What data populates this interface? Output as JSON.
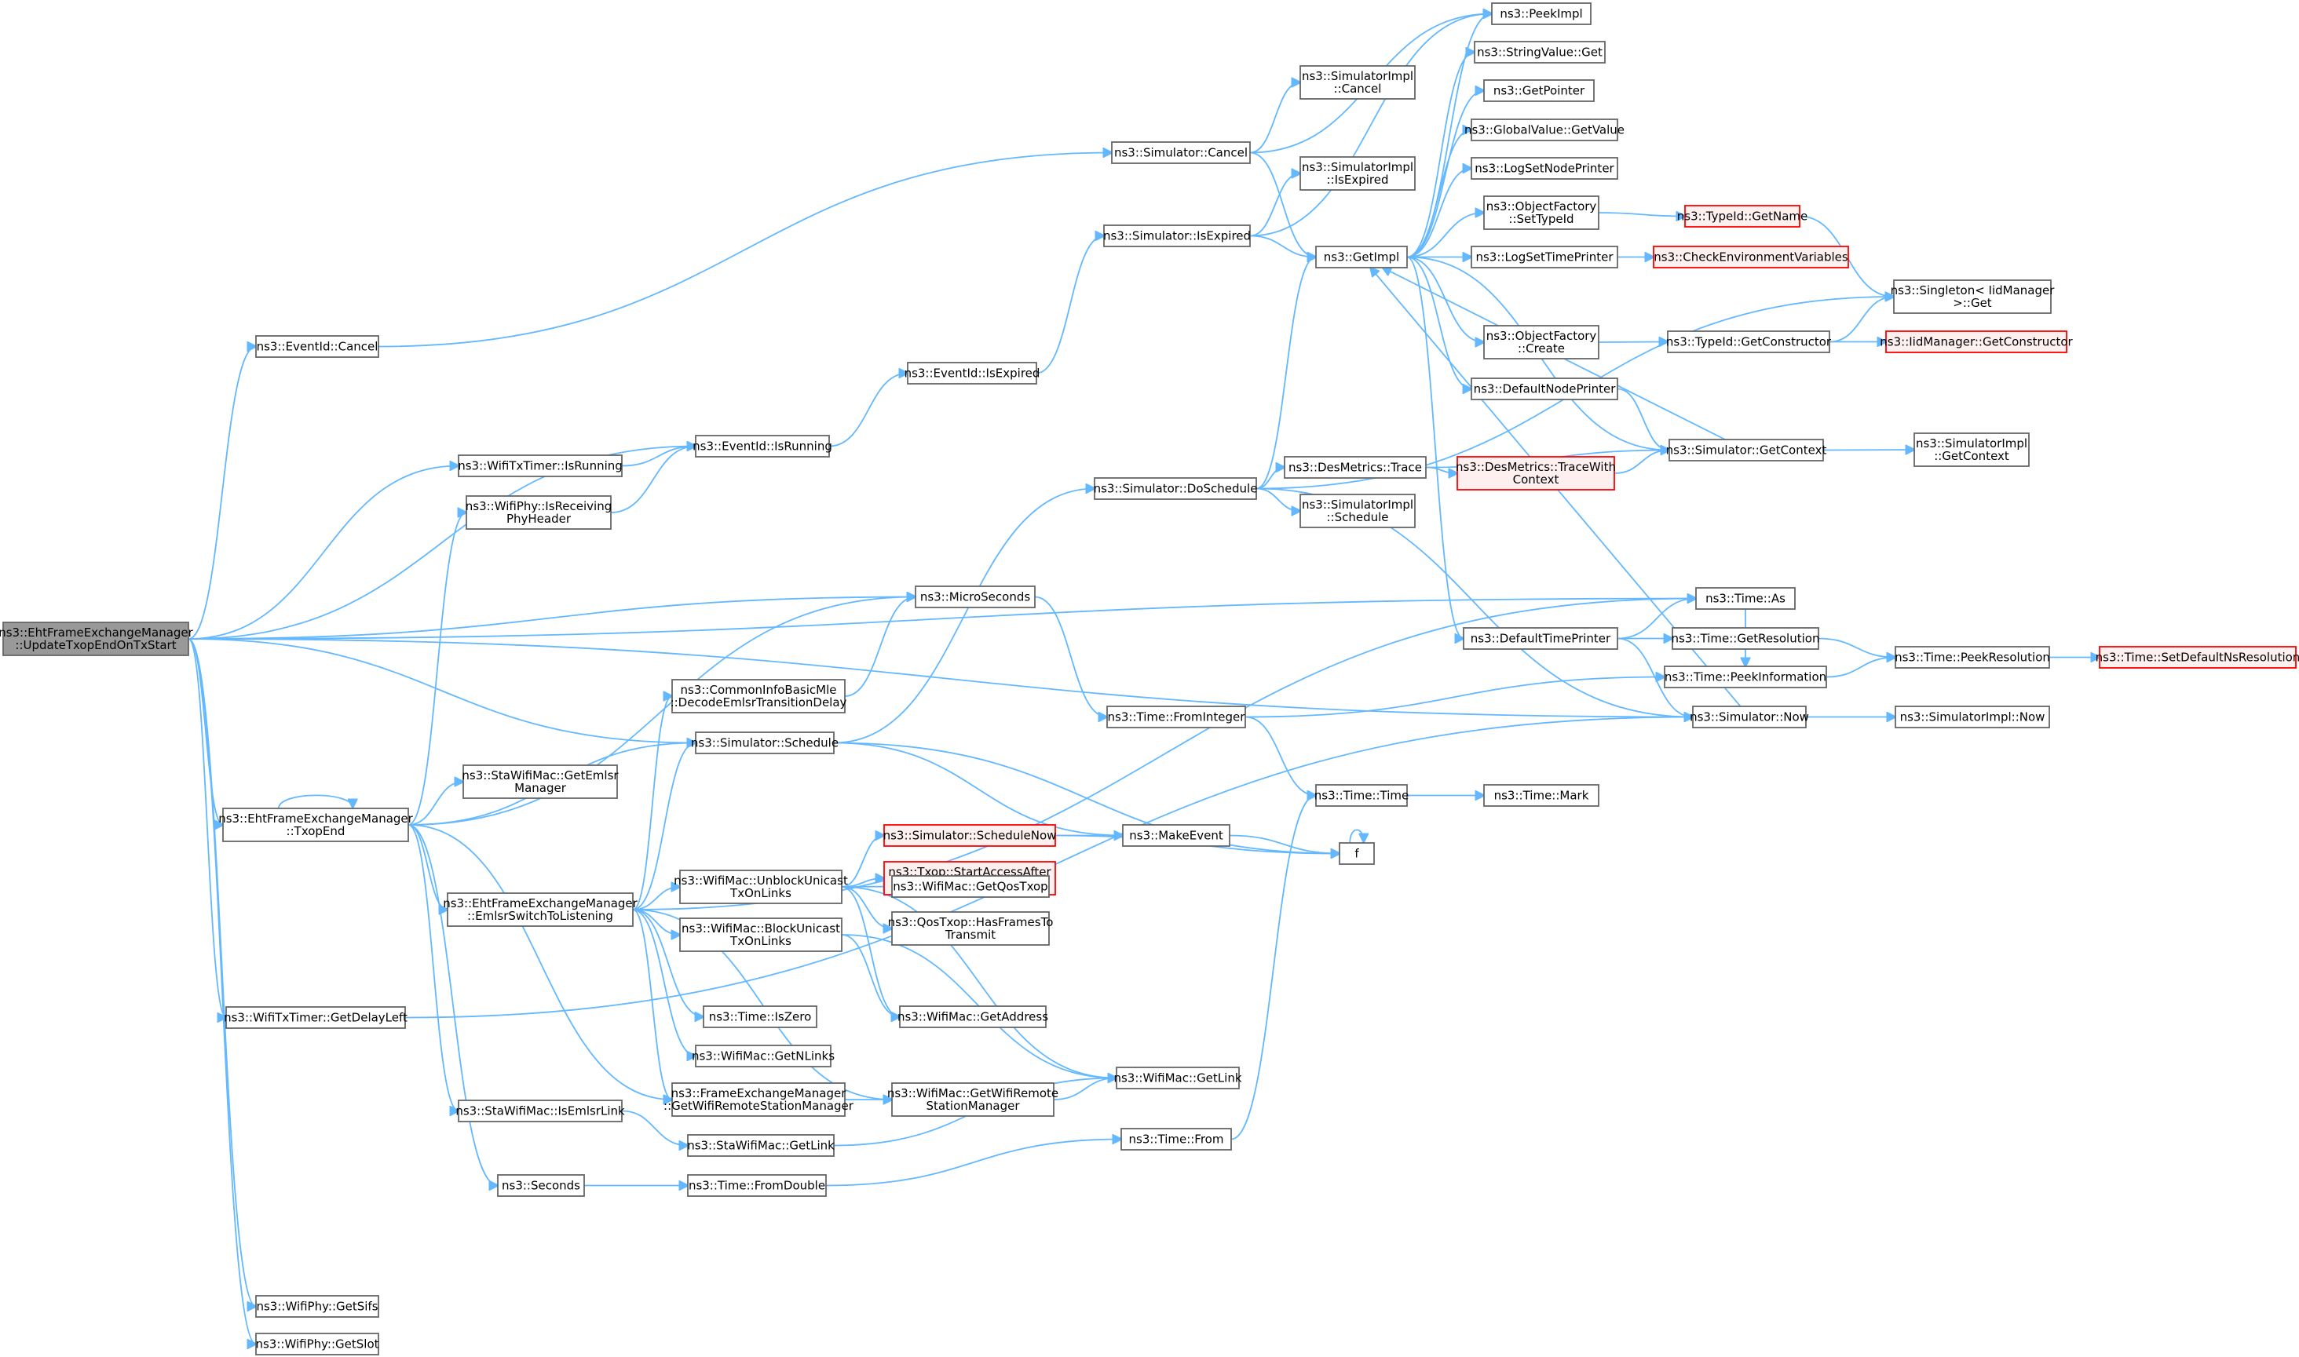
{
  "colors": {
    "edge": "#63b8ff",
    "box_border": "#666666",
    "root_fill": "#999999",
    "truncated_border": "#ff0000",
    "truncated_fill": "#fff0f0"
  },
  "nodes": {
    "root": [
      "ns3::EhtFrameExchangeManager",
      "::UpdateTxopEndOnTxStart"
    ],
    "eventid_cancel": [
      "ns3::EventId::Cancel"
    ],
    "eventid_isrunning": [
      "ns3::EventId::IsRunning"
    ],
    "wifitxtimer_isrunning": [
      "ns3::WifiTxTimer::IsRunning"
    ],
    "wifiphy_isreceiving": [
      "ns3::WifiPhy::IsReceiving",
      "PhyHeader"
    ],
    "microseconds": [
      "ns3::MicroSeconds"
    ],
    "simulator_schedule": [
      "ns3::Simulator::Schedule"
    ],
    "txopend": [
      "ns3::EhtFrameExchangeManager",
      "::TxopEnd"
    ],
    "commoninfo": [
      "ns3::CommonInfoBasicMle",
      "::DecodeEmlsrTransitionDelay"
    ],
    "stawifimac_getemlsr": [
      "ns3::StaWifiMac::GetEmlsr",
      "Manager"
    ],
    "emlsrswitch": [
      "ns3::EhtFrameExchangeManager",
      "::EmlsrSwitchToListening"
    ],
    "wifitxtimer_getdelayleft": [
      "ns3::WifiTxTimer::GetDelayLeft"
    ],
    "stawifimac_isemlsrlink": [
      "ns3::StaWifiMac::IsEmlsrLink"
    ],
    "seconds": [
      "ns3::Seconds"
    ],
    "wifiphy_getsifs": [
      "ns3::WifiPhy::GetSifs"
    ],
    "wifiphy_getslot": [
      "ns3::WifiPhy::GetSlot"
    ],
    "time_iszero": [
      "ns3::Time::IsZero"
    ],
    "wifimac_getnlinks": [
      "ns3::WifiMac::GetNLinks"
    ],
    "fem_getwifiremote": [
      "ns3::FrameExchangeManager",
      "::GetWifiRemoteStationManager"
    ],
    "stawifimac_getlink": [
      "ns3::StaWifiMac::GetLink"
    ],
    "time_fromdouble": [
      "ns3::Time::FromDouble"
    ],
    "wifimac_unblock": [
      "ns3::WifiMac::UnblockUnicast",
      "TxOnLinks"
    ],
    "wifimac_block": [
      "ns3::WifiMac::BlockUnicast",
      "TxOnLinks"
    ],
    "wifimac_getaddress": [
      "ns3::WifiMac::GetAddress"
    ],
    "wifimac_getwifiremote": [
      "ns3::WifiMac::GetWifiRemote",
      "StationManager"
    ],
    "wifimac_getlink": [
      "ns3::WifiMac::GetLink"
    ],
    "simulator_schedulenow": [
      "ns3::Simulator::ScheduleNow"
    ],
    "txop_startaccess": [
      "ns3::Txop::StartAccessAfter",
      "Event"
    ],
    "wifimac_getqostxop": [
      "ns3::WifiMac::GetQosTxop"
    ],
    "qostxop_hasframes": [
      "ns3::QosTxop::HasFramesTo",
      "Transmit"
    ],
    "eventid_isexpired": [
      "ns3::EventId::IsExpired"
    ],
    "simulator_cancel": [
      "ns3::Simulator::Cancel"
    ],
    "simulator_isexpired": [
      "ns3::Simulator::IsExpired"
    ],
    "simulator_doschedule": [
      "ns3::Simulator::DoSchedule"
    ],
    "time_frominteger": [
      "ns3::Time::FromInteger"
    ],
    "makeevent": [
      "ns3::MakeEvent"
    ],
    "time_from": [
      "ns3::Time::From"
    ],
    "simimpl_cancel": [
      "ns3::SimulatorImpl",
      "::Cancel"
    ],
    "simimpl_isexpired": [
      "ns3::SimulatorImpl",
      "::IsExpired"
    ],
    "getimpl": [
      "ns3::GetImpl"
    ],
    "desmetrics_trace": [
      "ns3::DesMetrics::Trace"
    ],
    "simimpl_schedule": [
      "ns3::SimulatorImpl",
      "::Schedule"
    ],
    "time_time": [
      "ns3::Time::Time"
    ],
    "f": [
      "f"
    ],
    "peekimpl": [
      "ns3::PeekImpl"
    ],
    "stringvalue_get": [
      "ns3::StringValue::Get"
    ],
    "getpointer": [
      "ns3::GetPointer"
    ],
    "globalvalue_getvalue": [
      "ns3::GlobalValue::GetValue"
    ],
    "logsetnodeprinter": [
      "ns3::LogSetNodePrinter"
    ],
    "objectfactory_settypeid": [
      "ns3::ObjectFactory",
      "::SetTypeId"
    ],
    "logsettimeprinter": [
      "ns3::LogSetTimePrinter"
    ],
    "objectfactory_create": [
      "ns3::ObjectFactory",
      "::Create"
    ],
    "defaultnodeprinter": [
      "ns3::DefaultNodePrinter"
    ],
    "desmetrics_tracewith": [
      "ns3::DesMetrics::TraceWith",
      "Context"
    ],
    "defaulttimeprinter": [
      "ns3::DefaultTimePrinter"
    ],
    "time_mark": [
      "ns3::Time::Mark"
    ],
    "typeid_getname": [
      "ns3::TypeId::GetName"
    ],
    "checkenv": [
      "ns3::CheckEnvironmentVariables"
    ],
    "typeid_getconstructor": [
      "ns3::TypeId::GetConstructor"
    ],
    "simulator_getcontext": [
      "ns3::Simulator::GetContext"
    ],
    "time_as": [
      "ns3::Time::As"
    ],
    "time_getresolution": [
      "ns3::Time::GetResolution"
    ],
    "time_peekinformation": [
      "ns3::Time::PeekInformation"
    ],
    "simulator_now": [
      "ns3::Simulator::Now"
    ],
    "singleton_get": [
      "ns3::Singleton< IidManager",
      " >::Get"
    ],
    "iidmanager_getconstructor": [
      "ns3::IidManager::GetConstructor"
    ],
    "simimpl_getcontext": [
      "ns3::SimulatorImpl",
      "::GetContext"
    ],
    "time_peekresolution": [
      "ns3::Time::PeekResolution"
    ],
    "simimpl_now": [
      "ns3::SimulatorImpl::Now"
    ],
    "time_setdefaultns": [
      "ns3::Time::SetDefaultNsResolution"
    ]
  },
  "edges": [
    [
      "root",
      "eventid_cancel"
    ],
    [
      "root",
      "eventid_isrunning"
    ],
    [
      "root",
      "wifitxtimer_isrunning"
    ],
    [
      "root",
      "microseconds"
    ],
    [
      "root",
      "time_as"
    ],
    [
      "root",
      "simulator_schedule"
    ],
    [
      "root",
      "txopend"
    ],
    [
      "root",
      "wifitxtimer_getdelayleft"
    ],
    [
      "root",
      "wifiphy_getsifs"
    ],
    [
      "root",
      "wifiphy_getslot"
    ],
    [
      "root",
      "simulator_now"
    ],
    [
      "eventid_cancel",
      "simulator_cancel"
    ],
    [
      "eventid_isrunning",
      "eventid_isexpired"
    ],
    [
      "wifitxtimer_isrunning",
      "eventid_isrunning"
    ],
    [
      "wifiphy_isreceiving",
      "eventid_isrunning"
    ],
    [
      "microseconds",
      "time_frominteger"
    ],
    [
      "simulator_schedule",
      "simulator_doschedule"
    ],
    [
      "simulator_schedule",
      "makeevent"
    ],
    [
      "simulator_schedule",
      "f"
    ],
    [
      "txopend",
      "txopend"
    ],
    [
      "txopend",
      "wifiphy_isreceiving"
    ],
    [
      "txopend",
      "microseconds"
    ],
    [
      "txopend",
      "simulator_schedule"
    ],
    [
      "txopend",
      "stawifimac_getemlsr"
    ],
    [
      "txopend",
      "emlsrswitch"
    ],
    [
      "txopend",
      "fem_getwifiremote"
    ],
    [
      "txopend",
      "stawifimac_isemlsrlink"
    ],
    [
      "txopend",
      "seconds"
    ],
    [
      "commoninfo",
      "microseconds"
    ],
    [
      "emlsrswitch",
      "commoninfo"
    ],
    [
      "emlsrswitch",
      "simulator_schedule"
    ],
    [
      "emlsrswitch",
      "time_as"
    ],
    [
      "emlsrswitch",
      "wifimac_unblock"
    ],
    [
      "emlsrswitch",
      "wifimac_block"
    ],
    [
      "emlsrswitch",
      "time_iszero"
    ],
    [
      "emlsrswitch",
      "wifimac_getnlinks"
    ],
    [
      "emlsrswitch",
      "fem_getwifiremote"
    ],
    [
      "emlsrswitch",
      "wifimac_getwifiremote"
    ],
    [
      "wifitxtimer_getdelayleft",
      "simulator_now"
    ],
    [
      "stawifimac_isemlsrlink",
      "stawifimac_getlink"
    ],
    [
      "seconds",
      "time_fromdouble"
    ],
    [
      "fem_getwifiremote",
      "wifimac_getwifiremote"
    ],
    [
      "stawifimac_getlink",
      "wifimac_getlink"
    ],
    [
      "time_fromdouble",
      "time_from"
    ],
    [
      "wifimac_unblock",
      "simulator_schedulenow"
    ],
    [
      "wifimac_unblock",
      "txop_startaccess"
    ],
    [
      "wifimac_unblock",
      "wifimac_getqostxop"
    ],
    [
      "wifimac_unblock",
      "qostxop_hasframes"
    ],
    [
      "wifimac_unblock",
      "wifimac_getaddress"
    ],
    [
      "wifimac_unblock",
      "wifimac_getlink"
    ],
    [
      "wifimac_block",
      "wifimac_getaddress"
    ],
    [
      "wifimac_block",
      "wifimac_getlink"
    ],
    [
      "wifimac_getwifiremote",
      "wifimac_getlink"
    ],
    [
      "simulator_schedulenow",
      "makeevent"
    ],
    [
      "simulator_schedulenow",
      "f"
    ],
    [
      "eventid_isexpired",
      "simulator_isexpired"
    ],
    [
      "simulator_cancel",
      "simimpl_cancel"
    ],
    [
      "simulator_cancel",
      "getimpl"
    ],
    [
      "simulator_cancel",
      "peekimpl"
    ],
    [
      "simulator_isexpired",
      "simimpl_isexpired"
    ],
    [
      "simulator_isexpired",
      "getimpl"
    ],
    [
      "simulator_isexpired",
      "peekimpl"
    ],
    [
      "simulator_doschedule",
      "getimpl"
    ],
    [
      "simulator_doschedule",
      "desmetrics_trace"
    ],
    [
      "simulator_doschedule",
      "simimpl_schedule"
    ],
    [
      "simulator_doschedule",
      "simulator_now"
    ],
    [
      "simulator_doschedule",
      "singleton_get"
    ],
    [
      "time_frominteger",
      "time_time"
    ],
    [
      "time_frominteger",
      "time_peekinformation"
    ],
    [
      "makeevent",
      "f"
    ],
    [
      "time_from",
      "time_time"
    ],
    [
      "f",
      "f"
    ],
    [
      "getimpl",
      "peekimpl"
    ],
    [
      "getimpl",
      "stringvalue_get"
    ],
    [
      "getimpl",
      "getpointer"
    ],
    [
      "getimpl",
      "globalvalue_getvalue"
    ],
    [
      "getimpl",
      "logsetnodeprinter"
    ],
    [
      "getimpl",
      "objectfactory_settypeid"
    ],
    [
      "getimpl",
      "logsettimeprinter"
    ],
    [
      "getimpl",
      "objectfactory_create"
    ],
    [
      "getimpl",
      "defaultnodeprinter"
    ],
    [
      "getimpl",
      "defaulttimeprinter"
    ],
    [
      "getimpl",
      "simulator_getcontext"
    ],
    [
      "desmetrics_trace",
      "desmetrics_tracewith"
    ],
    [
      "desmetrics_trace",
      "simulator_getcontext"
    ],
    [
      "time_time",
      "time_mark"
    ],
    [
      "objectfactory_settypeid",
      "typeid_getname"
    ],
    [
      "logsettimeprinter",
      "checkenv"
    ],
    [
      "objectfactory_create",
      "typeid_getconstructor"
    ],
    [
      "defaultnodeprinter",
      "simulator_getcontext"
    ],
    [
      "desmetrics_tracewith",
      "simulator_getcontext"
    ],
    [
      "defaulttimeprinter",
      "time_as"
    ],
    [
      "defaulttimeprinter",
      "time_getresolution"
    ],
    [
      "defaulttimeprinter",
      "simulator_now"
    ],
    [
      "typeid_getname",
      "singleton_get"
    ],
    [
      "typeid_getconstructor",
      "singleton_get"
    ],
    [
      "typeid_getconstructor",
      "iidmanager_getconstructor"
    ],
    [
      "simulator_getcontext",
      "getimpl"
    ],
    [
      "simulator_getcontext",
      "simimpl_getcontext"
    ],
    [
      "time_getresolution",
      "time_peekresolution"
    ],
    [
      "time_peekinformation",
      "time_peekresolution"
    ],
    [
      "simulator_now",
      "getimpl"
    ],
    [
      "simulator_now",
      "simimpl_now"
    ],
    [
      "time_peekresolution",
      "time_setdefaultns"
    ],
    [
      "time_as",
      "time_peekinformation"
    ]
  ]
}
